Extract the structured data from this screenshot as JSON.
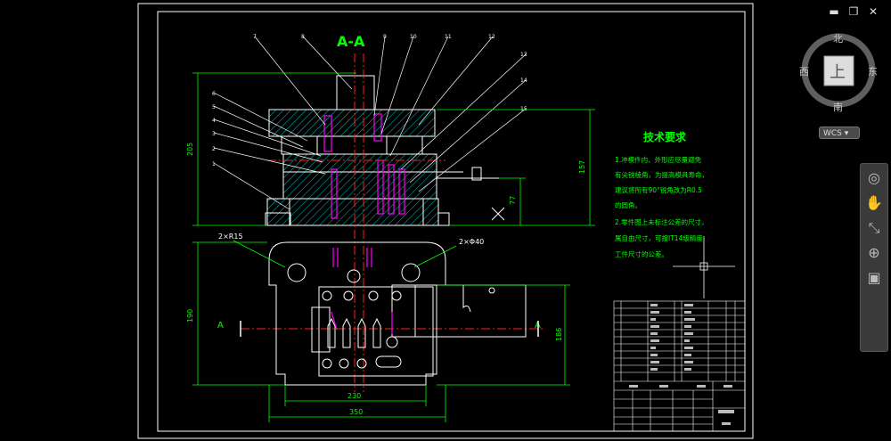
{
  "window": {
    "minimize": "▬",
    "restore": "❐",
    "close": "✕"
  },
  "drawing": {
    "section_title": "A-A",
    "section_marker": "A",
    "part_numbers": [
      "1",
      "2",
      "3",
      "4",
      "5",
      "6",
      "7",
      "8",
      "9",
      "10",
      "11",
      "12",
      "13",
      "14",
      "15"
    ],
    "dimensions": {
      "height_total": "205",
      "height_right": "157",
      "height_small": "77",
      "radius_holes": "2×R15",
      "dia_holes": "2×Φ40",
      "plan_height": "190",
      "plan_right": "186",
      "width_inner": "230",
      "width_outer": "350"
    },
    "tech_title": "技术要求",
    "tech_lines": [
      "1.冲模件内、外形应尽量避免",
      "有尖锐棱角，为提高模具寿命，",
      "建议将所有90°锐角改为R0.5",
      "的圆角。",
      "2.零件图上未标注公差的尺寸，",
      "属自由尺寸，可按IT14级精度",
      "工件尺寸的公差。"
    ]
  },
  "viewcube": {
    "north": "北",
    "south": "南",
    "east": "东",
    "west": "西",
    "face": "上"
  },
  "wcs_label": "WCS",
  "navbar_icons": [
    "wheel-icon",
    "pan-icon",
    "zoom-icon",
    "orbit-icon",
    "showmotion-icon"
  ],
  "colors": {
    "frame": "#ffffff",
    "drawing": "#ffffff",
    "hatch": "#00bfbf",
    "center": "#ff2020",
    "dims": "#00ff00",
    "magenta": "#ff00ff",
    "text": "#00ff00",
    "cyan": "#00ffff"
  }
}
